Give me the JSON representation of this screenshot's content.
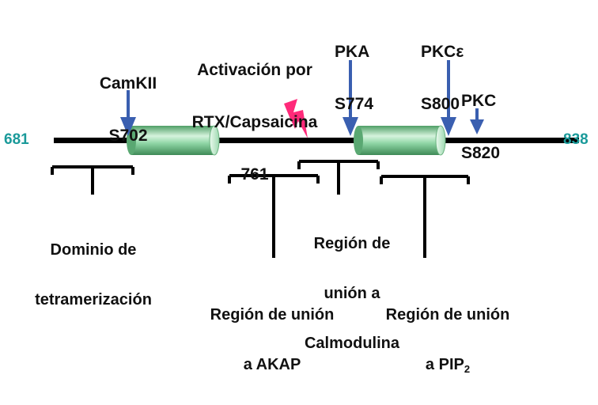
{
  "diagram": {
    "start_residue": "681",
    "end_residue": "838",
    "sites": {
      "camkii": {
        "line1": "CamKII",
        "line2": "S702"
      },
      "activation": {
        "line1": "Activación por",
        "line2": "RTX/Capsaicina",
        "line3": "761"
      },
      "pka": {
        "line1": "PKA",
        "line2": "S774"
      },
      "pkce": {
        "line1": "PKCε",
        "line2": "S800"
      },
      "pkc": {
        "line1": "PKC",
        "line2": "S820"
      }
    },
    "regions": {
      "tetramerization": {
        "line1": "Dominio de",
        "line2": "tetramerización"
      },
      "calmodulin": {
        "line1": "Región de",
        "line2": "unión a",
        "line3": "Calmodulina"
      },
      "akap": {
        "line1": "Región de unión",
        "line2": "a AKAP"
      },
      "pip2": {
        "line1": "Región de unión",
        "line2": "a PIP",
        "line2_sub": "2"
      }
    },
    "colors": {
      "backbone": "#000000",
      "helix_fill": "#7ccf95",
      "arrow": "#3a5fb0",
      "lightning": "#ff2a7a",
      "residue_numbers": "#1a9a9a"
    },
    "icons": {
      "activation": "lightning-bolt-icon",
      "sites": "arrow-down-icon"
    }
  }
}
